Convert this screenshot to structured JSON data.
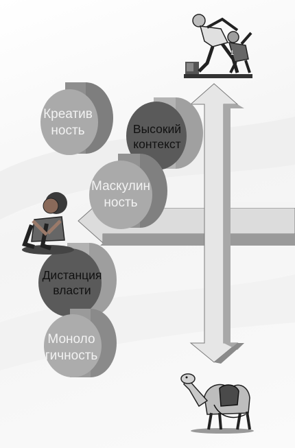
{
  "discs": [
    {
      "label_line1": "Креатив",
      "label_line2": "ность"
    },
    {
      "label_line1": "Высокий",
      "label_line2": "контекст"
    },
    {
      "label_line1": "Маскулин",
      "label_line2": "ность"
    },
    {
      "label_line1": "Дистанция",
      "label_line2": "власти"
    },
    {
      "label_line1": "Моноло",
      "label_line2": "гичность"
    }
  ],
  "colors": {
    "disc_light": "#a9a9a9",
    "disc_dark": "#5a5a5a",
    "arrow_fill": "#e2e2e2",
    "arrow_stroke": "#7a7a7a"
  },
  "icons": {
    "top": "runners-icon",
    "left": "sitting-child-icon",
    "bottom": "camel-icon"
  }
}
